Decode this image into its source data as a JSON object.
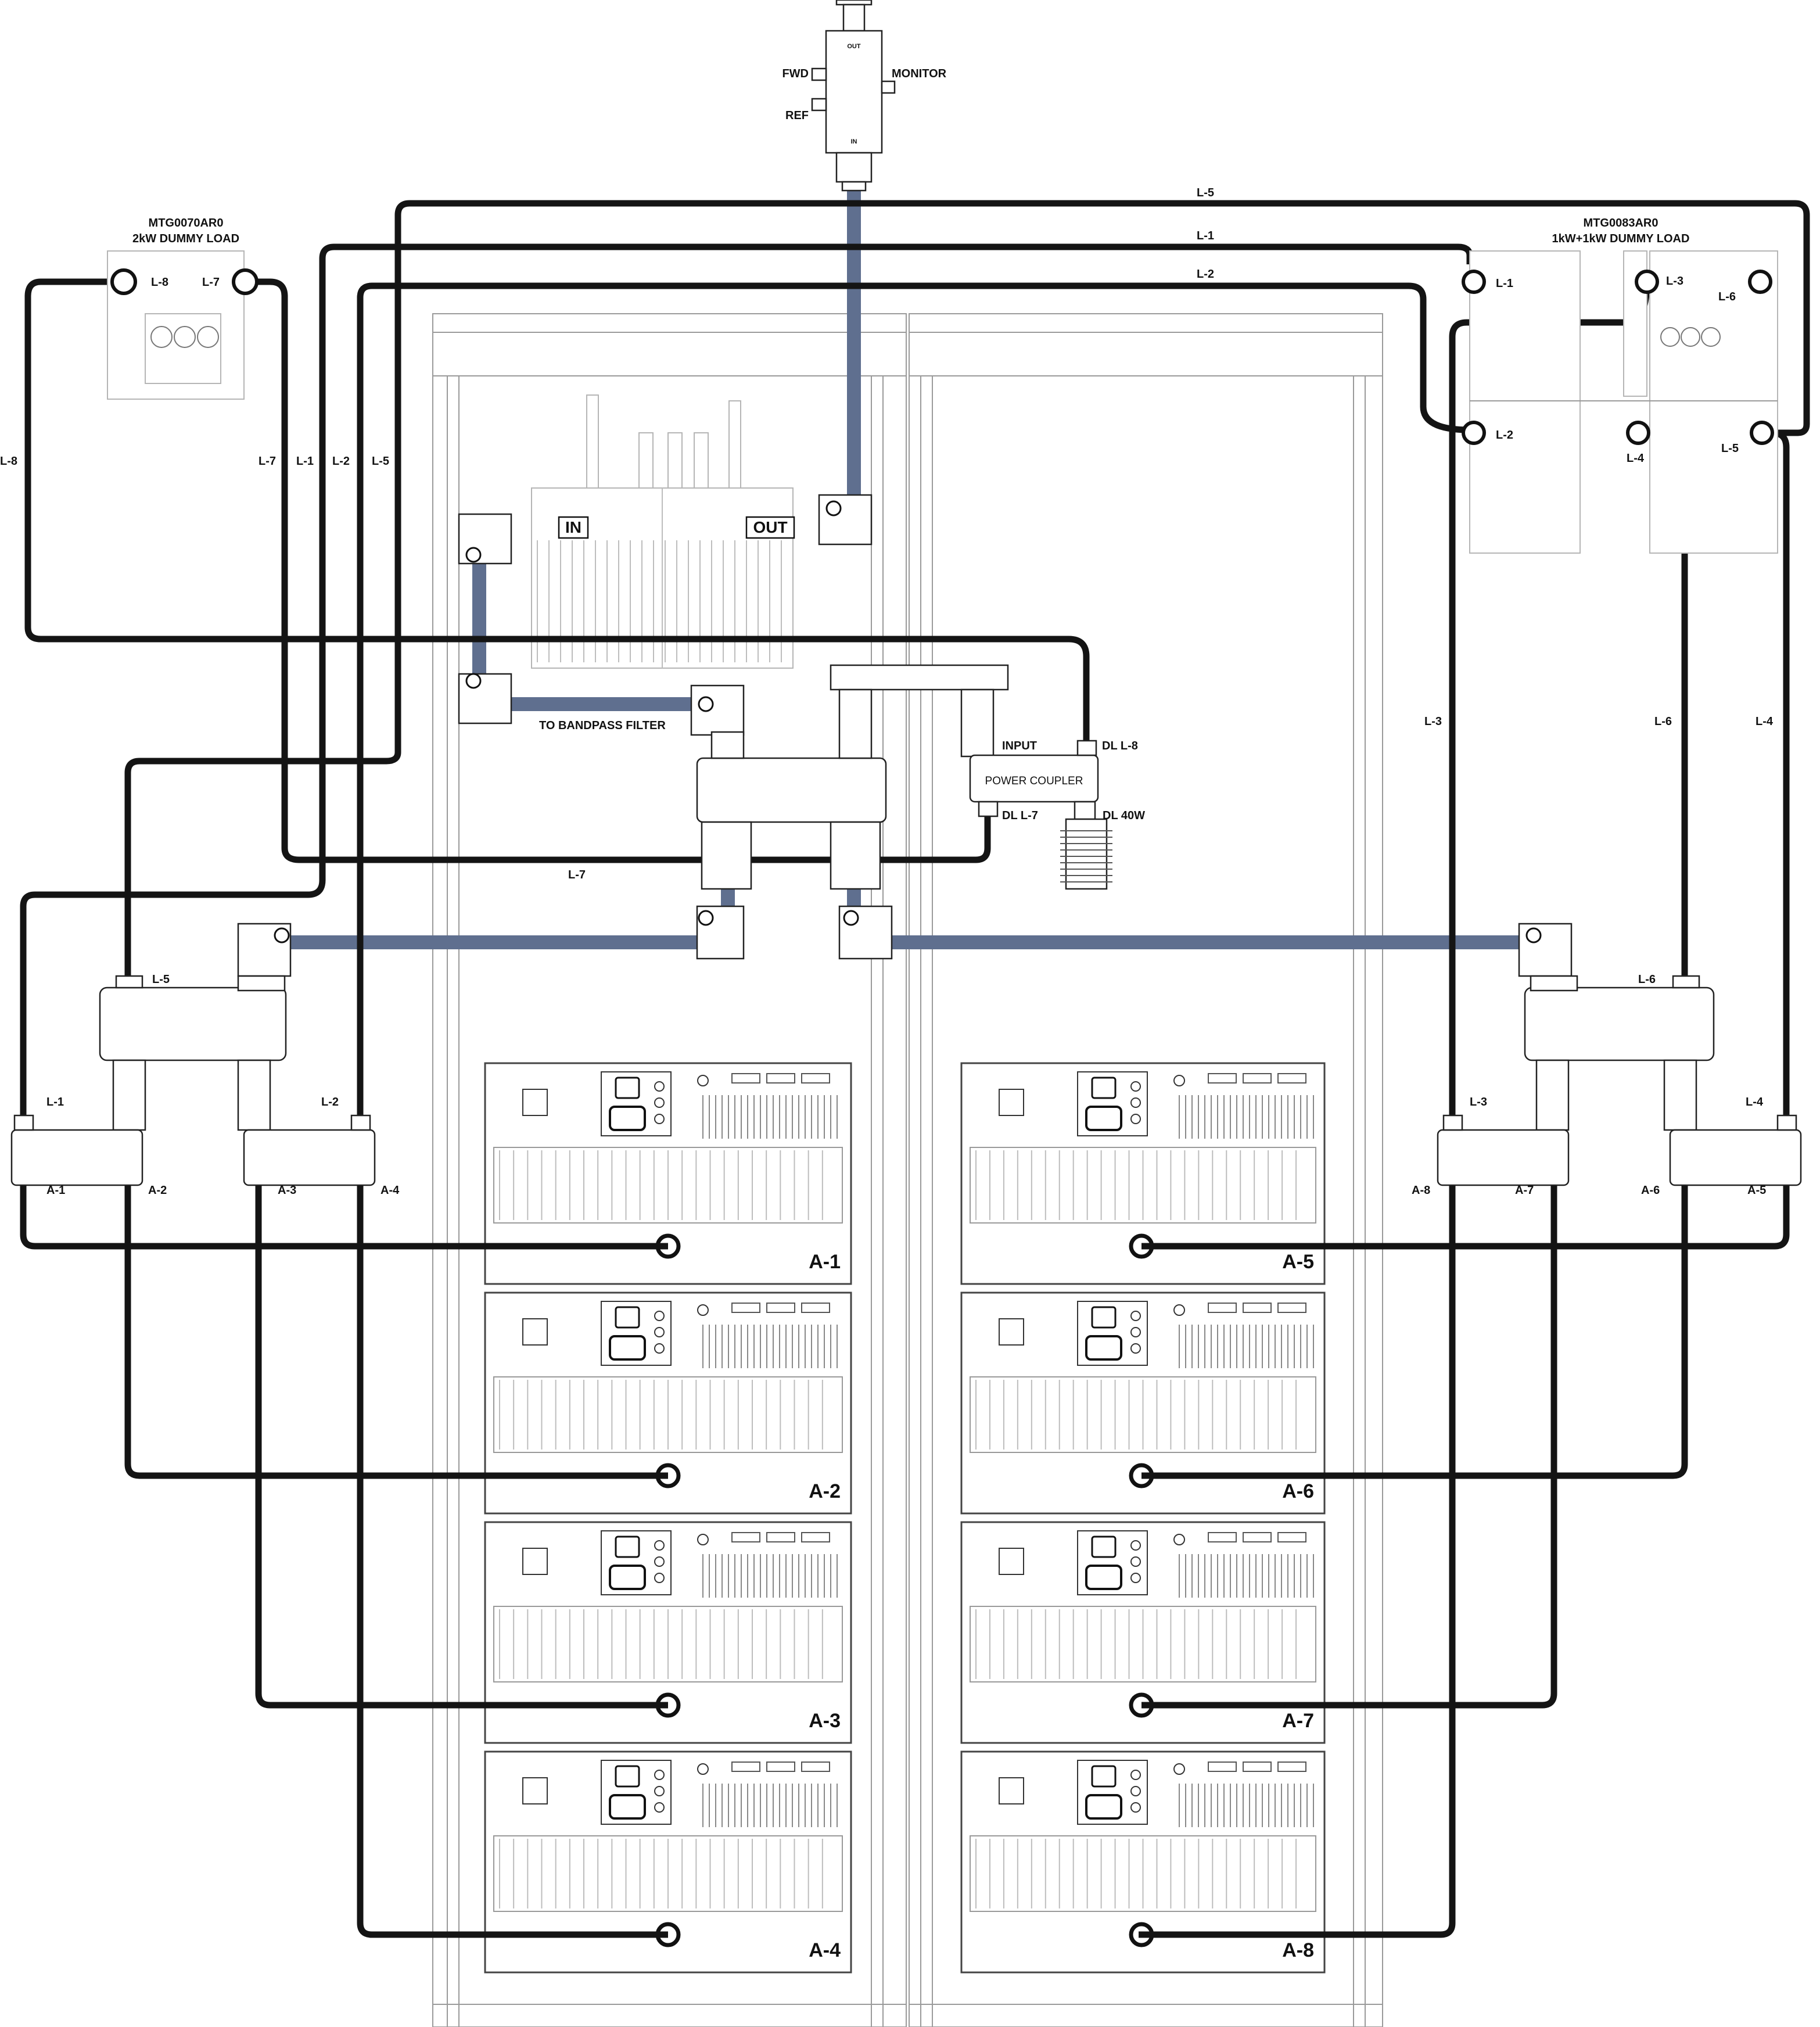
{
  "top_coupler": {
    "out": "OUT",
    "in": "IN",
    "fwd": "FWD",
    "ref": "REF",
    "monitor": "MONITOR"
  },
  "dummy_load_left": {
    "model": "MTG0070AR0",
    "desc": "2kW DUMMY LOAD",
    "port_a": "L-8",
    "port_b": "L-7"
  },
  "dummy_load_right": {
    "model": "MTG0083AR0",
    "desc": "1kW+1kW DUMMY LOAD",
    "ports": [
      "L-1",
      "L-3",
      "L-6",
      "L-2",
      "L-4",
      "L-5"
    ]
  },
  "filter": {
    "in_label": "IN",
    "out_label": "OUT"
  },
  "to_bandpass": "TO BANDPASS FILTER",
  "power_coupler": {
    "name": "POWER COUPLER",
    "input": "INPUT",
    "dl_l8": "DL L-8",
    "dl_l7": "DL L-7",
    "dl_40w": "DL 40W"
  },
  "cable_labels": {
    "top_l5": "L-5",
    "top_l1": "L-1",
    "top_l2": "L-2",
    "left_l8": "L-8",
    "left_l7": "L-7",
    "left_l1": "L-1",
    "left_l2": "L-2",
    "left_l5": "L-5",
    "mid_l7": "L-7",
    "right_l3": "L-3",
    "right_l6": "L-6",
    "right_l4": "L-4"
  },
  "combiner_left": {
    "top": "L-5",
    "lower_left": "L-1",
    "lower_right": "L-2",
    "outputs": [
      "A-1",
      "A-2",
      "A-3",
      "A-4"
    ]
  },
  "combiner_right": {
    "top": "L-6",
    "lower_left": "L-3",
    "lower_right": "L-4",
    "outputs": [
      "A-8",
      "A-7",
      "A-6",
      "A-5"
    ]
  },
  "amplifiers": {
    "left": [
      "A-1",
      "A-2",
      "A-3",
      "A-4"
    ],
    "right": [
      "A-5",
      "A-6",
      "A-7",
      "A-8"
    ]
  }
}
